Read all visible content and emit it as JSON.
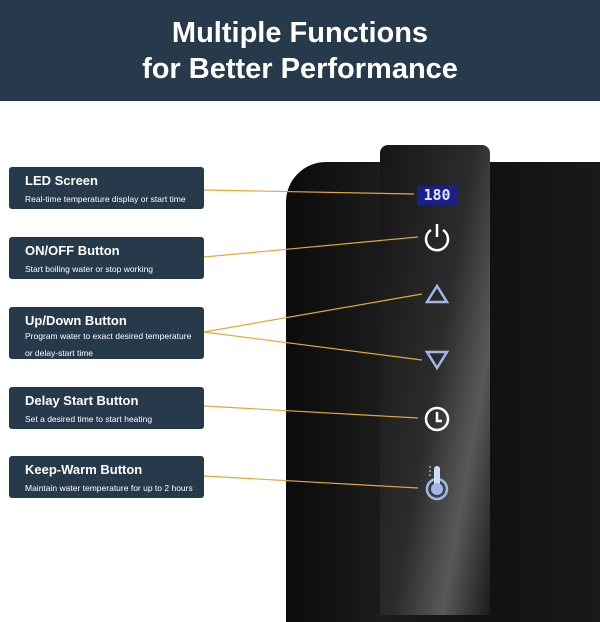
{
  "header": {
    "line1": "Multiple Functions",
    "line2": "for Better Performance"
  },
  "features": [
    {
      "title": "LED Screen",
      "desc": "Real-time temperature display or start time"
    },
    {
      "title": "ON/OFF Button",
      "desc": "Start boiling water or stop working"
    },
    {
      "title": "Up/Down Button",
      "desc": "Program water to exact desired temperature or delay-start time"
    },
    {
      "title": "Delay Start Button",
      "desc": "Set a desired time to start heating"
    },
    {
      "title": "Keep-Warm Button",
      "desc": "Maintain water temperature for up to 2 hours"
    }
  ],
  "display": {
    "value": "180"
  },
  "colors": {
    "navy": "#263a4b",
    "line": "#e0a93a",
    "icon_blue": "#9fb8e8"
  }
}
